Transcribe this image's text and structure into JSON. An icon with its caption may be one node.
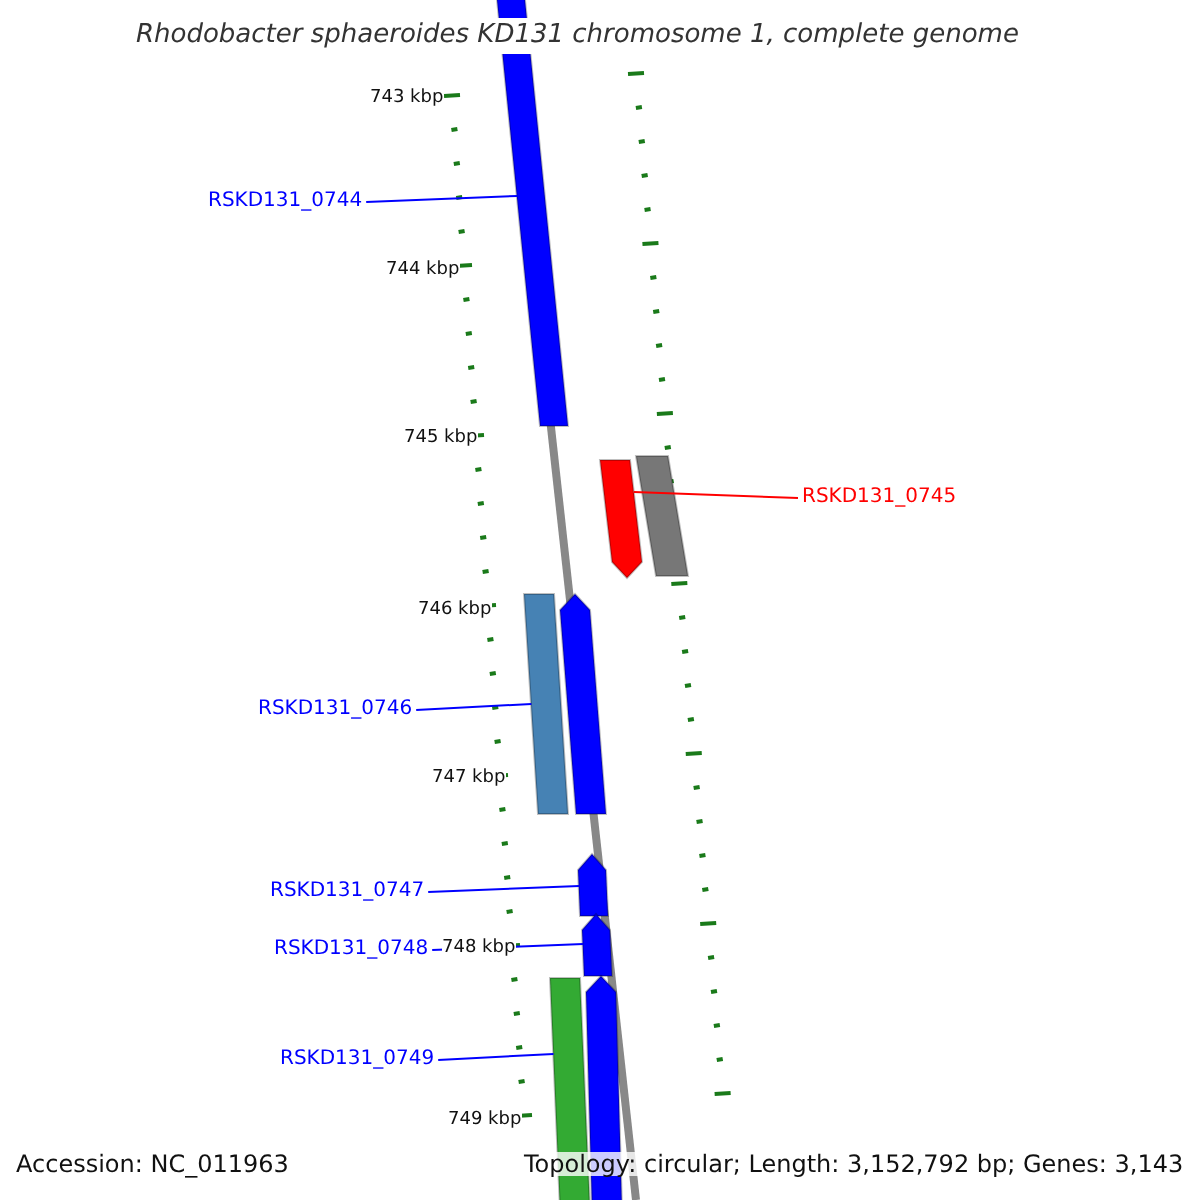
{
  "diagram": {
    "title": "Rhodobacter sphaeroides KD131 chromosome 1, complete genome",
    "nodes": [
      {
        "text": [
          "RSKD131_0744"
        ]
      },
      {
        "text": [],
        "shape": "bar"
      },
      {
        "text": [
          "RSKD131_0745"
        ]
      },
      {
        "text": [],
        "shape": "bar"
      },
      {
        "text": [
          "RSKD131_0746"
        ]
      },
      {
        "text": [],
        "shape": "bar"
      },
      {
        "text": [
          "RSKD131_0747"
        ]
      },
      {
        "text": [],
        "shape": "bar"
      },
      {
        "text": [
          "RSKD131_0748"
        ]
      },
      {
        "text": [],
        "shape": "bar"
      },
      {
        "text": [
          "RSKD131_0749"
        ]
      },
      {
        "text": [],
        "shape": "bar"
      },
      {
        "text": [],
        "shape": "bar"
      },
      {
        "text": [],
        "shape": "bar"
      },
      {
        "text": [],
        "shape": "bar"
      }
    ],
    "edges": [
      {
        "from": 0,
        "to": 1,
        "arrow": "none"
      },
      {
        "from": 2,
        "to": 3,
        "arrow": "none",
        "color": "#ff0000"
      },
      {
        "from": 4,
        "to": 5,
        "arrow": "none"
      },
      {
        "from": 6,
        "to": 7,
        "arrow": "none"
      },
      {
        "from": 8,
        "to": 9,
        "arrow": "none"
      },
      {
        "from": 10,
        "to": 11,
        "arrow": "none"
      }
    ],
    "labels": [
      "743 kbp",
      "744 kbp",
      "745 kbp",
      "746 kbp",
      "747 kbp",
      "748 kbp",
      "749 kbp",
      "Accession: NC_011963",
      "Topology: circular; Length: 3,152,792 bp; Genes: 3,143"
    ]
  }
}
